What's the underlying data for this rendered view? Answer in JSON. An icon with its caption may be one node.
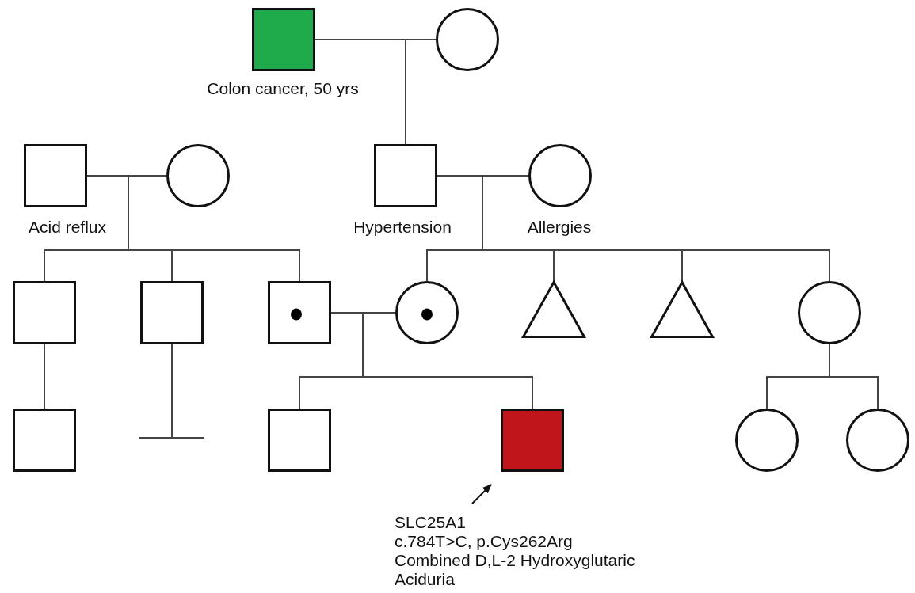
{
  "diagram": {
    "nodes": [
      {
        "text": [],
        "shape": "box",
        "beside": [
          "Colon cancer, 50 yrs"
        ]
      },
      {
        "text": [],
        "shape": "circle"
      },
      {
        "text": [],
        "shape": "box",
        "beside": [
          "Acid reflux"
        ]
      },
      {
        "text": [],
        "shape": "circle"
      },
      {
        "text": [],
        "shape": "box",
        "beside": [
          "Hypertension"
        ]
      },
      {
        "text": [],
        "shape": "circle",
        "beside": [
          "Allergies"
        ]
      },
      {
        "text": [],
        "shape": "box"
      },
      {
        "text": [],
        "shape": "box"
      },
      {
        "text": [],
        "shape": "box"
      },
      {
        "text": [],
        "shape": "circle"
      },
      {
        "text": [],
        "shape": "triangle"
      },
      {
        "text": [],
        "shape": "triangle"
      },
      {
        "text": [],
        "shape": "circle"
      },
      {
        "text": [],
        "shape": "box"
      },
      {
        "text": [],
        "shape": "box"
      },
      {
        "text": [],
        "shape": "box"
      },
      {
        "text": [],
        "shape": "circle"
      },
      {
        "text": [],
        "shape": "circle"
      },
      {
        "text": [
          "SLC25A1",
          "c.784T>C, p.Cys262Arg",
          "Combined D,L-2 Hydroxyglutaric Aciduria"
        ]
      }
    ],
    "edges": [
      {
        "from": 0,
        "to": 1,
        "arrow": "none"
      },
      {
        "from": 0,
        "to": 4,
        "arrow": "none"
      },
      {
        "from": 1,
        "to": 4,
        "arrow": "none"
      },
      {
        "from": 2,
        "to": 3,
        "arrow": "none"
      },
      {
        "from": 4,
        "to": 5,
        "arrow": "none"
      },
      {
        "from": 2,
        "to": 6,
        "arrow": "none"
      },
      {
        "from": 3,
        "to": 6,
        "arrow": "none"
      },
      {
        "from": 2,
        "to": 7,
        "arrow": "none"
      },
      {
        "from": 3,
        "to": 7,
        "arrow": "none"
      },
      {
        "from": 2,
        "to": 8,
        "arrow": "none"
      },
      {
        "from": 3,
        "to": 8,
        "arrow": "none"
      },
      {
        "from": 8,
        "to": 9,
        "arrow": "none"
      },
      {
        "from": 4,
        "to": 9,
        "arrow": "none"
      },
      {
        "from": 5,
        "to": 9,
        "arrow": "none"
      },
      {
        "from": 4,
        "to": 10,
        "arrow": "none"
      },
      {
        "from": 5,
        "to": 10,
        "arrow": "none"
      },
      {
        "from": 4,
        "to": 11,
        "arrow": "none"
      },
      {
        "from": 5,
        "to": 11,
        "arrow": "none"
      },
      {
        "from": 4,
        "to": 12,
        "arrow": "none"
      },
      {
        "from": 5,
        "to": 12,
        "arrow": "none"
      },
      {
        "from": 6,
        "to": 13,
        "arrow": "none"
      },
      {
        "from": 7,
        "to": null,
        "arrow": "other"
      },
      {
        "from": 8,
        "to": 14,
        "arrow": "none"
      },
      {
        "from": 9,
        "to": 14,
        "arrow": "none"
      },
      {
        "from": 8,
        "to": 15,
        "arrow": "none"
      },
      {
        "from": 9,
        "to": 15,
        "arrow": "none"
      },
      {
        "from": 12,
        "to": 16,
        "arrow": "none"
      },
      {
        "from": 12,
        "to": 17,
        "arrow": "none"
      },
      {
        "from": 18,
        "to": 15,
        "arrow": "to"
      }
    ]
  }
}
